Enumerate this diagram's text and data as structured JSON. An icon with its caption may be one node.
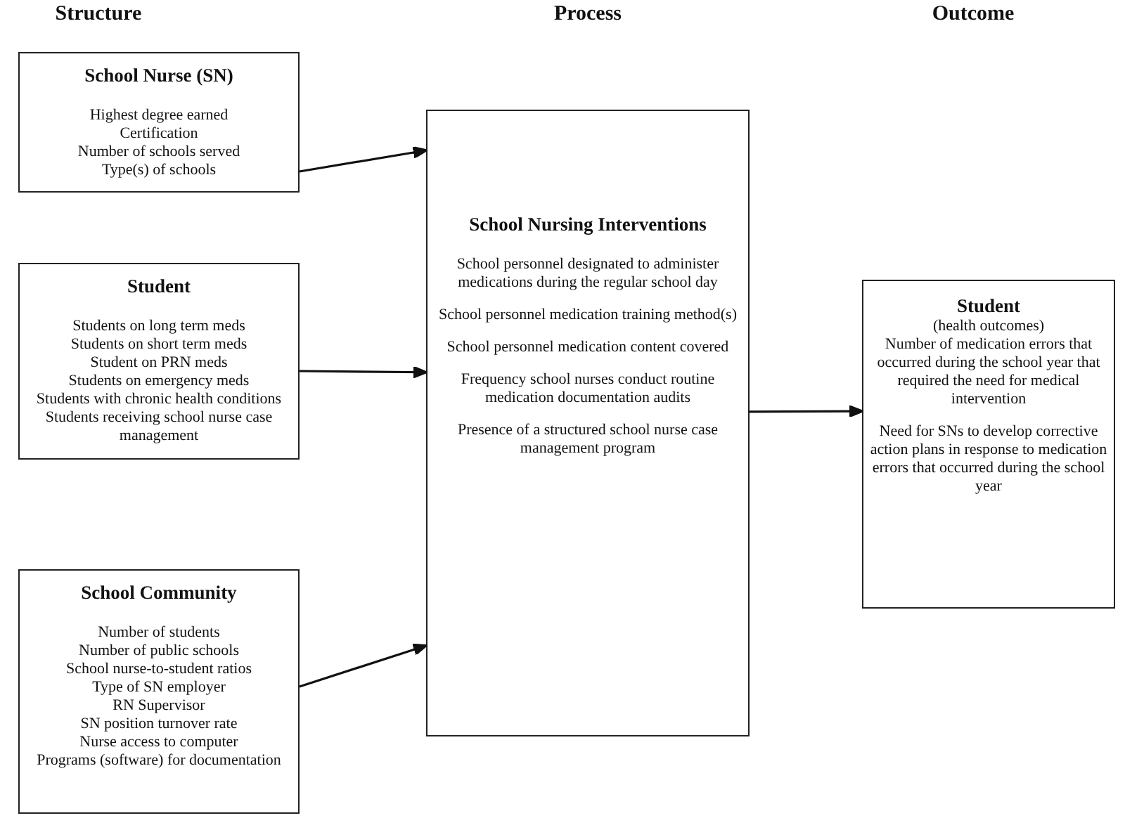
{
  "diagram": {
    "nodes": [
      {
        "text": [
          "School Nurse (SN)",
          "Highest degree earned",
          "Certification",
          "Number of schools served",
          "Type(s) of schools"
        ]
      },
      {
        "text": [
          "Student",
          "Students on long term meds",
          "Students on short term meds",
          "Student on PRN meds",
          "Students on emergency meds",
          "Students with chronic health conditions",
          "Students receiving school nurse case management"
        ]
      },
      {
        "text": [
          "School Community",
          "Number of students",
          "Number of public schools",
          "School nurse-to-student ratios",
          "Type of SN employer",
          "RN Supervisor",
          "SN position turnover rate",
          "Nurse access to computer",
          "Programs (software) for documentation"
        ]
      },
      {
        "text": [
          "School Nursing Interventions",
          "School personnel designated to administer medications during the regular school day",
          "School personnel medication training method(s)",
          "School personnel medication content covered",
          "Frequency school nurses conduct routine medication documentation audits",
          "Presence of a structured school nurse case management program"
        ]
      },
      {
        "text": [
          "Student",
          "(health outcomes)",
          "Number of medication errors that occurred during the school year that required the need for medical intervention",
          "Need for SNs to develop corrective action plans in response to medication errors that occurred during the school year"
        ]
      }
    ],
    "edges": [
      {
        "from": 0,
        "to": 3,
        "arrow": "to"
      },
      {
        "from": 1,
        "to": 3,
        "arrow": "to"
      },
      {
        "from": 2,
        "to": 3,
        "arrow": "to"
      },
      {
        "from": 3,
        "to": 4,
        "arrow": "to"
      }
    ],
    "labels": [
      "Structure",
      "Process",
      "Outcome"
    ]
  }
}
